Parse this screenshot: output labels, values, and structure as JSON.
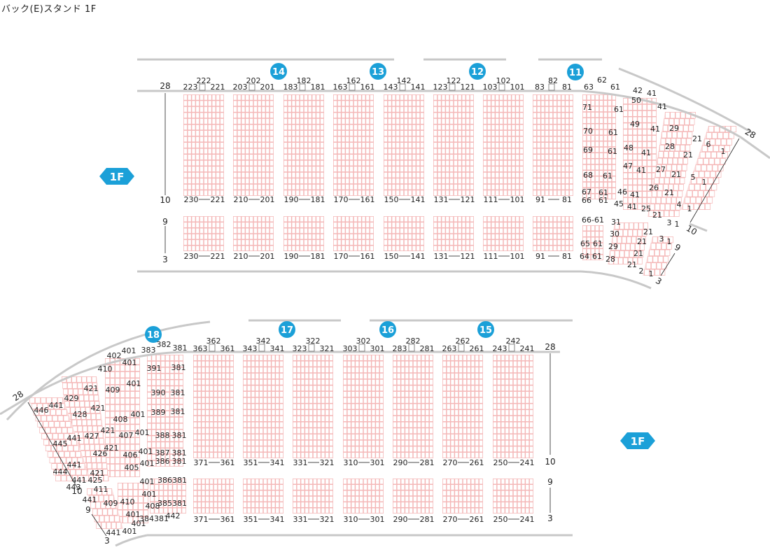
{
  "title": "バック(E)スタンド 1F",
  "floor_label": "1F",
  "gates": {
    "g11": "11",
    "g12": "12",
    "g13": "13",
    "g14": "14",
    "g15": "15",
    "g16": "16",
    "g17": "17",
    "g18": "18"
  },
  "top": {
    "row_marks": {
      "r28": "28",
      "r10": "10",
      "r9": "9",
      "r3": "3"
    },
    "blocks": [
      {
        "l1": "223",
        "c": "222",
        "r1": "221",
        "low_l": "230",
        "low_r": "221"
      },
      {
        "l1": "203",
        "c": "202",
        "r1": "201",
        "low_l": "210",
        "low_r": "201"
      },
      {
        "l1": "183",
        "c": "182",
        "r1": "181",
        "low_l": "190",
        "low_r": "181"
      },
      {
        "l1": "163",
        "c": "162",
        "r1": "161",
        "low_l": "170",
        "low_r": "161"
      },
      {
        "l1": "143",
        "c": "142",
        "r1": "141",
        "low_l": "150",
        "low_r": "141"
      },
      {
        "l1": "123",
        "c": "122",
        "r1": "121",
        "low_l": "131",
        "low_r": "121"
      },
      {
        "l1": "103",
        "c": "102",
        "r1": "101",
        "low_l": "111",
        "low_r": "101"
      },
      {
        "l1": "83",
        "c": "82",
        "r1": "81",
        "low_l": "91",
        "low_r": "81"
      }
    ],
    "corner_labels": [
      "63",
      "62",
      "61",
      "42",
      "41",
      "50",
      "41",
      "71",
      "61",
      "49",
      "41",
      "70",
      "61",
      "29",
      "21",
      "48",
      "41",
      "69",
      "61",
      "28",
      "21",
      "6",
      "1",
      "47",
      "41",
      "27",
      "21",
      "68",
      "61",
      "5",
      "1",
      "26",
      "21",
      "67",
      "61",
      "46",
      "41",
      "66",
      "61",
      "45",
      "41",
      "4",
      "1",
      "25",
      "21",
      "66-61",
      "31",
      "3",
      "1",
      "21",
      "30",
      "21",
      "3",
      "1",
      "65",
      "61",
      "29",
      "21",
      "64",
      "61",
      "28",
      "21",
      "2",
      "1"
    ],
    "curve_marks": {
      "r28": "28",
      "r10": "10",
      "r9": "9",
      "r3": "3"
    }
  },
  "bottom": {
    "row_marks": {
      "r28": "28",
      "r10": "10",
      "r9": "9",
      "r3": "3"
    },
    "blocks": [
      {
        "l1": "363",
        "c": "362",
        "r1": "361",
        "low_l": "371",
        "low_r": "361"
      },
      {
        "l1": "343",
        "c": "342",
        "r1": "341",
        "low_l": "351",
        "low_r": "341"
      },
      {
        "l1": "323",
        "c": "322",
        "r1": "321",
        "low_l": "331",
        "low_r": "321"
      },
      {
        "l1": "303",
        "c": "302",
        "r1": "301",
        "low_l": "310",
        "low_r": "301"
      },
      {
        "l1": "283",
        "c": "282",
        "r1": "281",
        "low_l": "290",
        "low_r": "281"
      },
      {
        "l1": "263",
        "c": "262",
        "r1": "261",
        "low_l": "270",
        "low_r": "261"
      },
      {
        "l1": "243",
        "c": "242",
        "r1": "241",
        "low_l": "250",
        "low_r": "241"
      }
    ],
    "corner_labels": [
      "402",
      "401",
      "383",
      "382",
      "381",
      "410",
      "401",
      "391",
      "381",
      "429",
      "421",
      "409",
      "401",
      "390",
      "381",
      "446",
      "441",
      "428",
      "421",
      "389",
      "381",
      "408",
      "401",
      "427",
      "421",
      "407",
      "401",
      "388",
      "381",
      "445",
      "441",
      "426",
      "421",
      "406",
      "401",
      "387",
      "381",
      "444",
      "441",
      "405",
      "401",
      "386",
      "381",
      "421",
      "441",
      "425",
      "443",
      "411",
      "401",
      "386381",
      "441",
      "410",
      "401",
      "385381",
      "409",
      "401",
      "408",
      "401",
      "384381",
      "442",
      "441",
      "401"
    ],
    "curve_marks": {
      "r28": "28",
      "r10": "10",
      "r9": "9",
      "r3": "3"
    }
  }
}
